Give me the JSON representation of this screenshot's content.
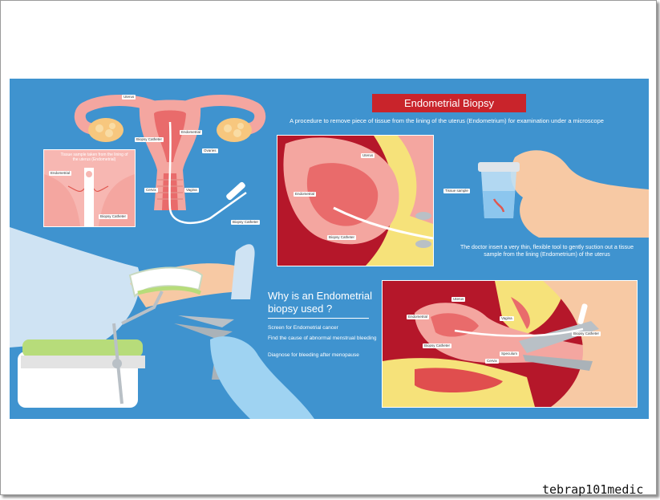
{
  "title": "Endometrial Biopsy",
  "subtitle": "A procedure to remove piece of tissue from the lining of the uterus (Endometrium) for examination under a microscope",
  "anatomy_labels": {
    "uterus": "Uterus",
    "endometrial": "Endometrial",
    "biopsy_catheter": "Biopsy Catheter",
    "ovaries": "Ovaries",
    "cervix": "Cervix",
    "vagina": "Vagina"
  },
  "inset": {
    "caption": "Tissue sample taken from the lining of the uterus (Endometrial)",
    "endometrial": "Endometrial",
    "biopsy_catheter": "Biopsy Catheter"
  },
  "closeup_labels": {
    "uterus": "Uterus",
    "endometrial": "Endometrial",
    "biopsy_catheter": "Biopsy Catheter"
  },
  "sample": {
    "label": "Tissue sample",
    "caption": "The doctor insert a very thin, flexible tool to gently suction out a tissue sample from the lining (Endometrium) of the uterus"
  },
  "why": {
    "title": "Why is an Endometrial biopsy used ?",
    "items": [
      "Screen for Endometrial cancer",
      "Find the cause of abnormal menstrual bleeding",
      "Diagnose for bleeding after menopause"
    ]
  },
  "section_labels": {
    "uterus": "Uterus",
    "endometrial": "Endometrial",
    "vagina": "Vagina",
    "biopsy_catheter": "Biopsy Catheter",
    "biopsy_catheter_left": "Biopsy Catheter",
    "speculum": "Speculum",
    "cervix": "Cervix"
  },
  "watermark": "tebrap101medic",
  "colors": {
    "panel": "#3f93cf",
    "title_red": "#c9242b",
    "tissue_pink": "#f4a6a0",
    "tissue_dark": "#b5172a",
    "fat_yellow": "#f6e27a",
    "skin": "#f7c9a4",
    "gown": "#cfe3f3",
    "glove": "#9fd3f2",
    "steel": "#b9c0c6"
  }
}
